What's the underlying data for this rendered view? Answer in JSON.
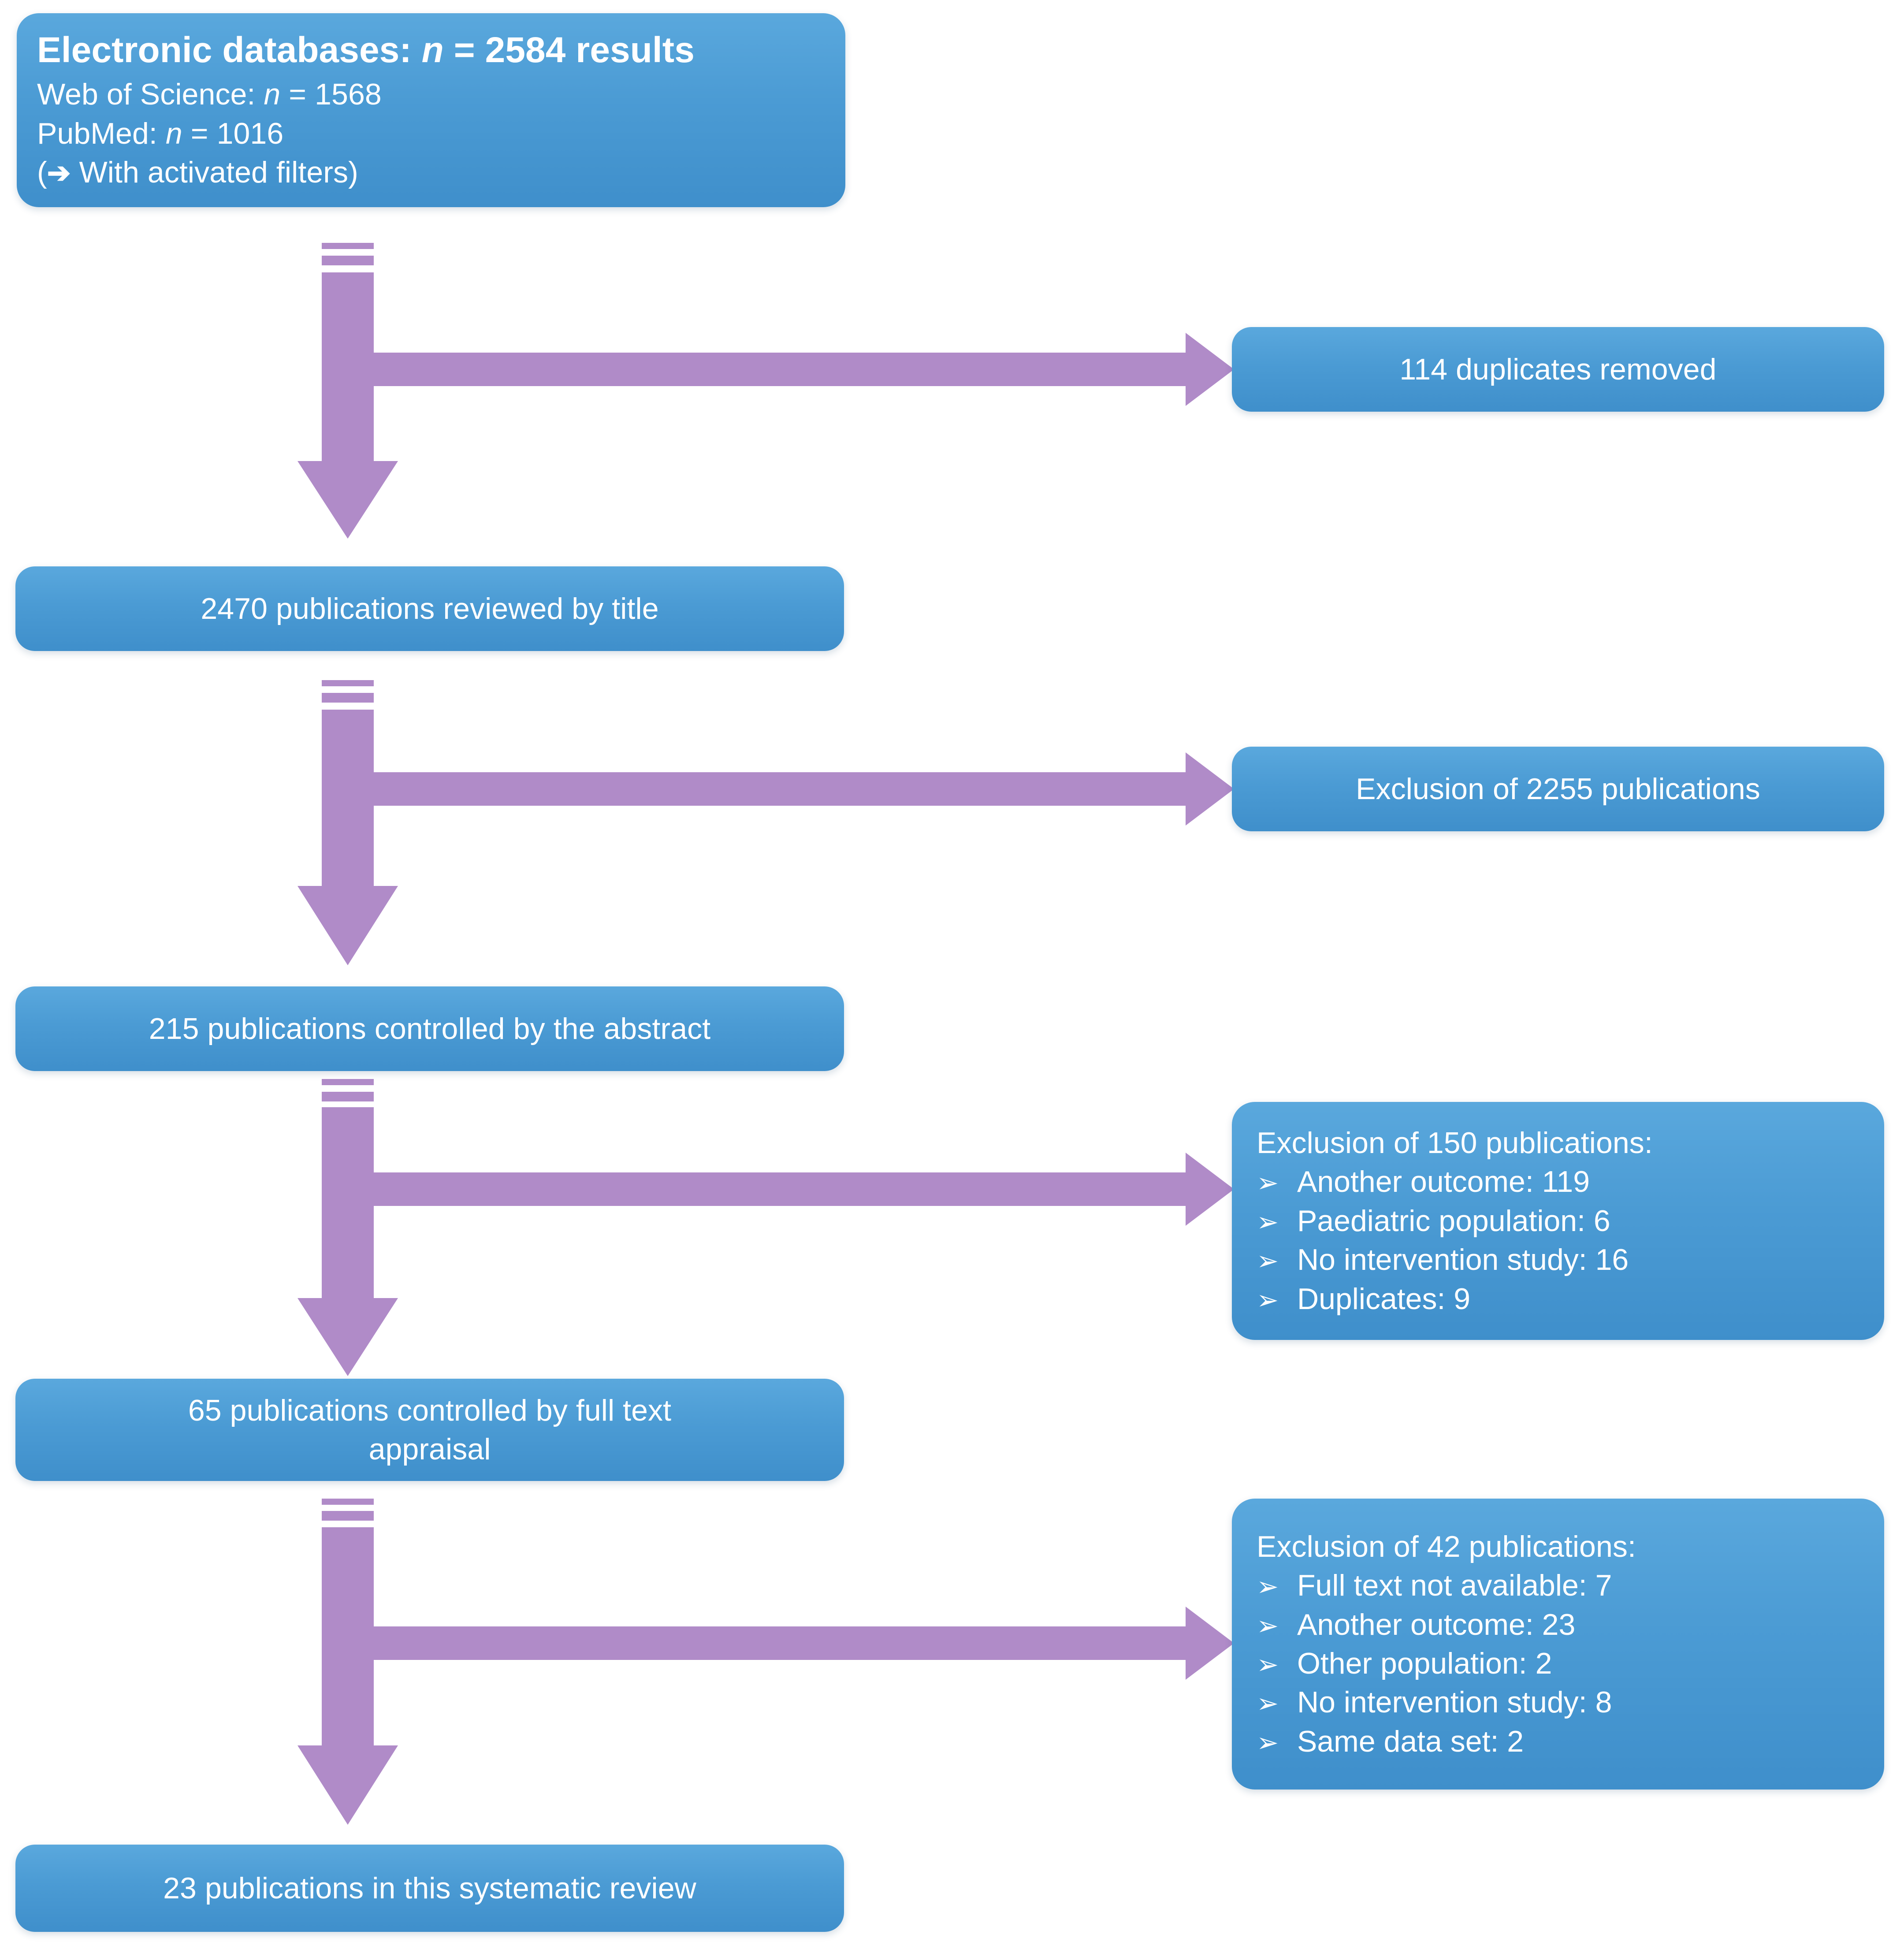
{
  "meta": {
    "title": "PRISMA study selection flow diagram",
    "box_color": "#4b9bd4",
    "arrow_color": "#b08bc8",
    "text_color": "#ffffff",
    "background": "#ffffff"
  },
  "chart_data": {
    "type": "diagram",
    "title": "PRISMA study selection flow diagram",
    "nodes": [
      {
        "id": "sources",
        "label": "Electronic databases: n = 2584 results",
        "value": 2584
      },
      {
        "id": "title_review",
        "label": "2470 publications reviewed by title",
        "value": 2470
      },
      {
        "id": "abstract_review",
        "label": "215 publications controlled by the abstract",
        "value": 215
      },
      {
        "id": "fulltext_review",
        "label": "65 publications controlled by full text appraisal",
        "value": 65
      },
      {
        "id": "included",
        "label": "23 publications in this systematic review",
        "value": 23
      }
    ],
    "exclusions": [
      {
        "id": "dupes",
        "label": "114 duplicates removed",
        "value": 114
      },
      {
        "id": "excl_title",
        "label": "Exclusion of 2255 publications",
        "value": 2255
      },
      {
        "id": "excl_abstract",
        "label": "Exclusion of 150 publications:",
        "value": 150
      },
      {
        "id": "excl_fulltext",
        "label": "Exclusion of 42 publications:",
        "value": 42
      }
    ]
  },
  "nodes": {
    "sources": {
      "title": "Electronic databases: ",
      "title_italic_n": "n",
      "title_rest": " = 2584 results",
      "line2_pre": "Web of Science: ",
      "line2_n": "n",
      "line2_rest": " = 1568",
      "line3_pre": "PubMed: ",
      "line3_n": "n",
      "line3_rest": " = 1016",
      "line4_open": "(",
      "line4_arrow": "➔",
      "line4_rest": " With activated filters)"
    },
    "title_review": {
      "text": "2470 publications reviewed by title"
    },
    "abstract_review": {
      "text": "215 publications controlled by the abstract"
    },
    "fulltext_review": {
      "line1": "65 publications controlled by full text",
      "line2": "appraisal"
    },
    "included": {
      "text": "23 publications in this systematic review"
    }
  },
  "exclusions": {
    "duplicates": {
      "text": "114 duplicates removed"
    },
    "by_title": {
      "text": "Exclusion of 2255 publications"
    },
    "by_abstract": {
      "heading": "Exclusion of 150 publications:",
      "bullet_glyph": "➢",
      "items": [
        "Another outcome: 119",
        "Paediatric population: 6",
        "No intervention study: 16",
        "Duplicates: 9"
      ]
    },
    "by_fulltext": {
      "heading": "Exclusion of 42 publications:",
      "bullet_glyph": "➢",
      "items": [
        "Full text not available: 7",
        "Another outcome: 23",
        "Other population: 2",
        "No intervention study: 8",
        "Same data set: 2"
      ]
    }
  }
}
